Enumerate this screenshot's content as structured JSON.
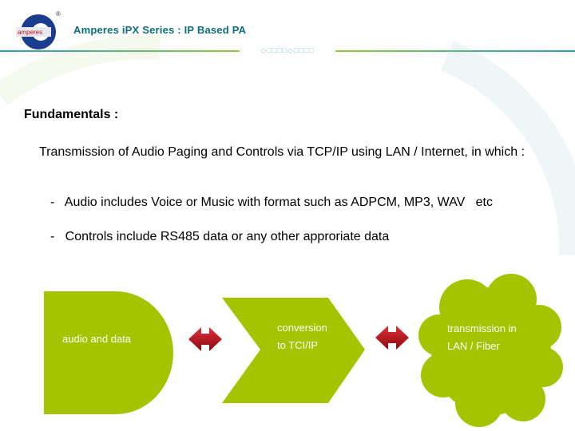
{
  "header": {
    "title": "Amperes iPX Series : IP Based PA",
    "logo_text": "amperes",
    "decor_dots": "◇□□□□◇□□□□"
  },
  "content": {
    "heading": "Fundamentals :",
    "intro": "Transmission of Audio Paging and Controls via TCP/IP using LAN / Internet, in which :",
    "bullets": [
      {
        "dash": "-",
        "text": "Audio includes Voice or Music with format such as ADPCM, MP3, WAV   etc"
      },
      {
        "dash": "-",
        "text": "Controls include RS485 data or any other approriate data"
      }
    ]
  },
  "diagram": {
    "color_shape": "#a4c400",
    "color_arrow": "#c0111a",
    "nodes": [
      {
        "shape": "delay",
        "lines": [
          "audio and data"
        ]
      },
      {
        "shape": "chevron",
        "lines": [
          "conversion",
          "to TCI/IP"
        ]
      },
      {
        "shape": "cloud",
        "lines": [
          "transmission in",
          "LAN / Fiber"
        ]
      }
    ],
    "connectors": [
      "double-arrow",
      "double-arrow"
    ]
  }
}
